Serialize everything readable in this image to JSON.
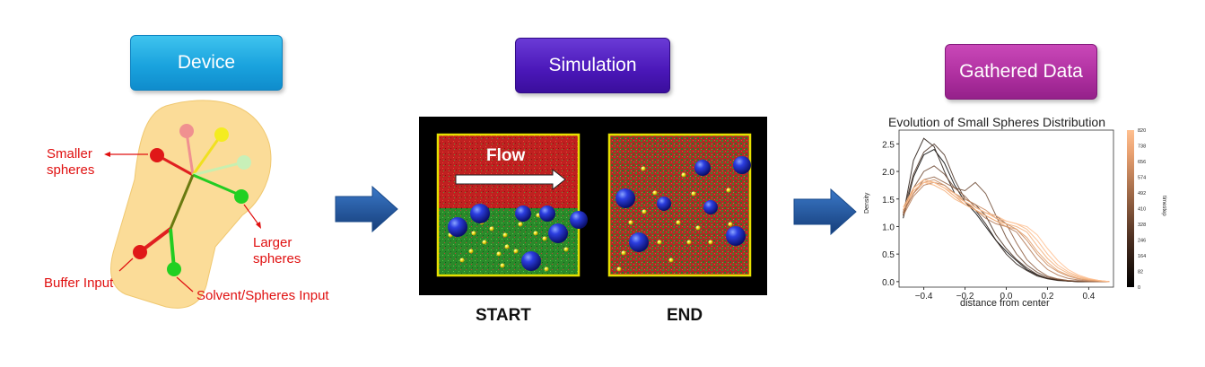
{
  "headers": {
    "device": "Device",
    "simulation": "Simulation",
    "data": "Gathered Data"
  },
  "device": {
    "labels": {
      "smaller_spheres": "Smaller\nspheres",
      "larger_spheres": "Larger\nspheres",
      "buffer_input": "Buffer Input",
      "solvent_input": "Solvent/Spheres Input"
    }
  },
  "simulation": {
    "flow_label": "Flow",
    "start_label": "START",
    "end_label": "END"
  },
  "colors": {
    "device_header": "#1aa3de",
    "simulation_header": "#4a17b8",
    "data_header": "#ad2e9e",
    "arrow": "#1f5aa0",
    "red_label": "#e01010"
  },
  "chart_data": {
    "type": "line",
    "title": "Evolution of Small Spheres Distribution",
    "xlabel": "distance from center",
    "ylabel": "Density",
    "xlim": [
      -0.52,
      0.52
    ],
    "ylim": [
      -0.1,
      2.75
    ],
    "xticks": [
      -0.4,
      -0.2,
      0.0,
      0.2,
      0.4
    ],
    "yticks": [
      0.0,
      0.5,
      1.0,
      1.5,
      2.0,
      2.5
    ],
    "xtick_labels": [
      "−0.4",
      "−0.2",
      "0.0",
      "0.2",
      "0.4"
    ],
    "ytick_labels": [
      "0.0",
      "0.5",
      "1.0",
      "1.5",
      "2.0",
      "2.5"
    ],
    "colorbar": {
      "label": "timestep",
      "range": [
        0,
        820
      ],
      "ticks": [
        "0",
        "82",
        "164",
        "246",
        "328",
        "410",
        "492",
        "574",
        "656",
        "738",
        "820"
      ],
      "colormap": [
        "#000000",
        "#5a3a28",
        "#b07450",
        "#f0a870",
        "#ffc090"
      ]
    },
    "series": [
      {
        "timestep": 0,
        "x": [
          -0.5,
          -0.45,
          -0.4,
          -0.35,
          -0.3,
          -0.25,
          -0.2,
          -0.15,
          -0.1,
          -0.05,
          0.0,
          0.05,
          0.1,
          0.15,
          0.2,
          0.25,
          0.3,
          0.35,
          0.4,
          0.45,
          0.5
        ],
        "y": [
          1.15,
          1.9,
          2.3,
          2.4,
          2.15,
          1.75,
          1.45,
          1.25,
          1.0,
          0.75,
          0.55,
          0.38,
          0.22,
          0.12,
          0.06,
          0.03,
          0.01,
          0.0,
          0.0,
          0.0,
          0.0
        ]
      },
      {
        "timestep": 82,
        "x": [
          -0.5,
          -0.45,
          -0.4,
          -0.35,
          -0.3,
          -0.25,
          -0.2,
          -0.15,
          -0.1,
          -0.05,
          0.0,
          0.05,
          0.1,
          0.15,
          0.2,
          0.25,
          0.3,
          0.35,
          0.4,
          0.45,
          0.5
        ],
        "y": [
          1.2,
          2.2,
          2.6,
          2.45,
          2.0,
          1.6,
          1.45,
          1.3,
          1.05,
          0.75,
          0.5,
          0.32,
          0.2,
          0.1,
          0.05,
          0.02,
          0.01,
          0.0,
          0.0,
          0.0,
          0.0
        ]
      },
      {
        "timestep": 164,
        "x": [
          -0.5,
          -0.45,
          -0.4,
          -0.35,
          -0.3,
          -0.25,
          -0.2,
          -0.15,
          -0.1,
          -0.05,
          0.0,
          0.05,
          0.1,
          0.15,
          0.2,
          0.25,
          0.3,
          0.35,
          0.4,
          0.45,
          0.5
        ],
        "y": [
          1.25,
          1.95,
          2.35,
          2.5,
          2.3,
          1.85,
          1.5,
          1.4,
          1.2,
          0.85,
          0.6,
          0.4,
          0.25,
          0.13,
          0.06,
          0.03,
          0.01,
          0.0,
          0.0,
          0.0,
          0.0
        ]
      },
      {
        "timestep": 246,
        "x": [
          -0.5,
          -0.45,
          -0.4,
          -0.35,
          -0.3,
          -0.25,
          -0.2,
          -0.15,
          -0.1,
          -0.05,
          0.0,
          0.05,
          0.1,
          0.15,
          0.2,
          0.25,
          0.3,
          0.35,
          0.4,
          0.45,
          0.5
        ],
        "y": [
          1.2,
          1.7,
          2.0,
          2.1,
          1.95,
          1.7,
          1.65,
          1.8,
          1.6,
          1.2,
          0.8,
          0.5,
          0.3,
          0.17,
          0.08,
          0.04,
          0.02,
          0.01,
          0.0,
          0.0,
          0.0
        ]
      },
      {
        "timestep": 328,
        "x": [
          -0.5,
          -0.45,
          -0.4,
          -0.35,
          -0.3,
          -0.25,
          -0.2,
          -0.15,
          -0.1,
          -0.05,
          0.0,
          0.05,
          0.1,
          0.15,
          0.2,
          0.25,
          0.3,
          0.35,
          0.4,
          0.45,
          0.5
        ],
        "y": [
          1.25,
          1.6,
          1.85,
          1.9,
          1.8,
          1.7,
          1.55,
          1.35,
          1.25,
          1.2,
          1.05,
          0.7,
          0.4,
          0.22,
          0.1,
          0.05,
          0.02,
          0.01,
          0.0,
          0.0,
          0.0
        ]
      },
      {
        "timestep": 410,
        "x": [
          -0.5,
          -0.45,
          -0.4,
          -0.35,
          -0.3,
          -0.25,
          -0.2,
          -0.15,
          -0.1,
          -0.05,
          0.0,
          0.05,
          0.1,
          0.15,
          0.2,
          0.25,
          0.3,
          0.35,
          0.4,
          0.45,
          0.5
        ],
        "y": [
          1.2,
          1.55,
          1.75,
          1.8,
          1.75,
          1.6,
          1.45,
          1.3,
          1.15,
          1.05,
          1.0,
          0.9,
          0.65,
          0.4,
          0.22,
          0.12,
          0.06,
          0.03,
          0.01,
          0.0,
          0.0
        ]
      },
      {
        "timestep": 492,
        "x": [
          -0.5,
          -0.45,
          -0.4,
          -0.35,
          -0.3,
          -0.25,
          -0.2,
          -0.15,
          -0.1,
          -0.05,
          0.0,
          0.05,
          0.1,
          0.15,
          0.2,
          0.25,
          0.3,
          0.35,
          0.4,
          0.45,
          0.5
        ],
        "y": [
          1.25,
          1.6,
          1.8,
          1.85,
          1.75,
          1.6,
          1.5,
          1.4,
          1.3,
          1.15,
          1.05,
          0.95,
          0.75,
          0.5,
          0.3,
          0.18,
          0.1,
          0.05,
          0.02,
          0.01,
          0.0
        ]
      },
      {
        "timestep": 574,
        "x": [
          -0.5,
          -0.45,
          -0.4,
          -0.35,
          -0.3,
          -0.25,
          -0.2,
          -0.15,
          -0.1,
          -0.05,
          0.0,
          0.05,
          0.1,
          0.15,
          0.2,
          0.25,
          0.3,
          0.35,
          0.4,
          0.45,
          0.5
        ],
        "y": [
          1.3,
          1.7,
          1.85,
          1.8,
          1.7,
          1.55,
          1.4,
          1.3,
          1.2,
          1.1,
          1.0,
          0.95,
          0.8,
          0.55,
          0.35,
          0.2,
          0.12,
          0.06,
          0.03,
          0.01,
          0.0
        ]
      },
      {
        "timestep": 656,
        "x": [
          -0.5,
          -0.45,
          -0.4,
          -0.35,
          -0.3,
          -0.25,
          -0.2,
          -0.15,
          -0.1,
          -0.05,
          0.0,
          0.05,
          0.1,
          0.15,
          0.2,
          0.25,
          0.3,
          0.35,
          0.4,
          0.45,
          0.5
        ],
        "y": [
          1.3,
          1.65,
          1.8,
          1.75,
          1.65,
          1.5,
          1.4,
          1.3,
          1.2,
          1.1,
          1.05,
          1.0,
          0.9,
          0.65,
          0.42,
          0.25,
          0.15,
          0.08,
          0.04,
          0.02,
          0.0
        ]
      },
      {
        "timestep": 738,
        "x": [
          -0.5,
          -0.45,
          -0.4,
          -0.35,
          -0.3,
          -0.25,
          -0.2,
          -0.15,
          -0.1,
          -0.05,
          0.0,
          0.05,
          0.1,
          0.15,
          0.2,
          0.25,
          0.3,
          0.35,
          0.4,
          0.45,
          0.5
        ],
        "y": [
          1.35,
          1.7,
          1.85,
          1.8,
          1.7,
          1.55,
          1.45,
          1.35,
          1.25,
          1.15,
          1.1,
          1.05,
          0.95,
          0.75,
          0.5,
          0.3,
          0.18,
          0.1,
          0.05,
          0.02,
          0.0
        ]
      },
      {
        "timestep": 820,
        "x": [
          -0.5,
          -0.45,
          -0.4,
          -0.35,
          -0.3,
          -0.25,
          -0.2,
          -0.15,
          -0.1,
          -0.05,
          0.0,
          0.05,
          0.1,
          0.15,
          0.2,
          0.25,
          0.3,
          0.35,
          0.4,
          0.45,
          0.5
        ],
        "y": [
          1.3,
          1.65,
          1.8,
          1.8,
          1.7,
          1.6,
          1.45,
          1.35,
          1.25,
          1.2,
          1.1,
          1.05,
          1.0,
          0.85,
          0.6,
          0.38,
          0.22,
          0.12,
          0.06,
          0.02,
          0.0
        ]
      }
    ]
  }
}
